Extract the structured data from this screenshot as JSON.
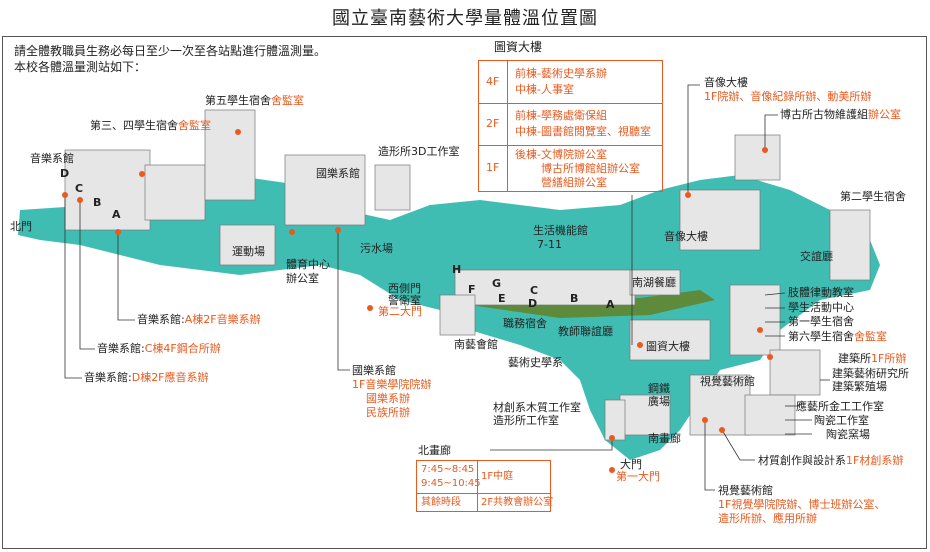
{
  "title": "國立臺南藝術大學量體溫位置圖",
  "intro": {
    "line1": "請全體教職員生務必每日至少一次至各站點進行體溫測量。",
    "line2": "本校各體溫量測站如下："
  },
  "colors": {
    "accent": "#e85a1f",
    "campus": "#40bdb2",
    "building": "#e6e6e6"
  },
  "library_box": {
    "heading": "圖資大樓",
    "rows": [
      {
        "floor": "4F",
        "lines": [
          "前棟-藝術史學系辦",
          "中棟-人事室"
        ]
      },
      {
        "floor": "2F",
        "lines": [
          "前棟-學務處衛保組",
          "中棟-圖書館閱覽室、視聽室"
        ]
      },
      {
        "floor": "1F",
        "lines": [
          "後棟-文博院辦公室",
          "博古所博館組辦公室",
          "營繕組辦公室"
        ]
      }
    ]
  },
  "north_gallery_box": {
    "heading": "北畫廊",
    "row1_times": [
      "7:45~8:45",
      "9:45~10:45"
    ],
    "row1_place": "1F中庭",
    "row2_times": "其餘時段",
    "row2_place": "2F共教會辦公室"
  },
  "labels": {
    "north_gate": "北門",
    "music_dept": "音樂系館",
    "dorm34": "第三、四學生宿舍",
    "dorm34_o": "舍監室",
    "dorm5": "第五學生宿舍",
    "dorm5_o": "舍監室",
    "sports_field": "運動場",
    "pe_center1": "體育中心",
    "pe_center2": "辦公室",
    "chinese_music": "國樂系館",
    "studio3d": "造形所3D工作室",
    "sewage": "污水場",
    "life_hall1": "生活機能館",
    "life_hall2": "7-11",
    "west_gate1": "西側門",
    "west_gate2": "警衛室",
    "west_gate_o": "第二大門",
    "nanyi_hall": "南藝會館",
    "staff_dorm": "職務宿舍",
    "faculty_restaurant": "教師聯誼廳",
    "nanhu_restaurant": "南湖餐廳",
    "library_label": "圖資大樓",
    "art_history": "藝術史學系",
    "steel_plaza1": "鋼鐵",
    "steel_plaza2": "廣場",
    "visual_arts_hall": "視覺藝術館",
    "south_gallery": "南畫廊",
    "main_gate": "大門",
    "main_gate_o": "第一大門",
    "wood_studio1": "材創系木質工作室",
    "wood_studio2": "造形所工作室",
    "north_gallery_label": "北畫廊",
    "video_building": "音像大樓",
    "video_building_o": "1F院辦、音像紀錄所辦、動美所辦",
    "relics_o1": "博古所古物維護組",
    "relics_o2": "辦公室",
    "video_building2": "音像大樓",
    "dorm2": "第二學生宿舍",
    "jiaoyi_hall": "交誼廳",
    "body_room": "肢體律動教室",
    "student_center": "學生活動中心",
    "dorm1": "第一學生宿舍",
    "dorm6": "第六學生宿舍",
    "dorm6_o": "舍監室",
    "architecture": "建築所",
    "architecture_o": "1F所辦",
    "arch_research1": "建築藝術研究所",
    "arch_research2": "建築繁殖場",
    "metal_studio": "應藝所金工工作室",
    "ceramic_studio": "陶瓷工作室",
    "ceramic_field": "陶瓷窯場",
    "material_design": "材質創作與設計系",
    "material_design_o": "1F材創系辦",
    "visual_arts_bottom": "視覺藝術館",
    "visual_arts_o1": "1F視覺學院院辦、博士班辦公室、",
    "visual_arts_o2": "造形所辦、應用所辦"
  },
  "callouts": {
    "a": "音樂系館:",
    "a_o": "A棟2F音樂系辦",
    "c": "音樂系館:",
    "c_o": "C棟4F鋼合所辦",
    "d": "音樂系館:",
    "d_o": "D棟2F應音系辦",
    "chinese_title": "國樂系館",
    "chinese_o1": "1F音樂學院院辦",
    "chinese_o2": "國樂系辦",
    "chinese_o3": "民族所辦"
  },
  "letters": {
    "music": [
      "D",
      "C",
      "B",
      "A"
    ],
    "dorm": [
      "H",
      "G",
      "C",
      "B",
      "A",
      "F",
      "E",
      "D"
    ]
  }
}
